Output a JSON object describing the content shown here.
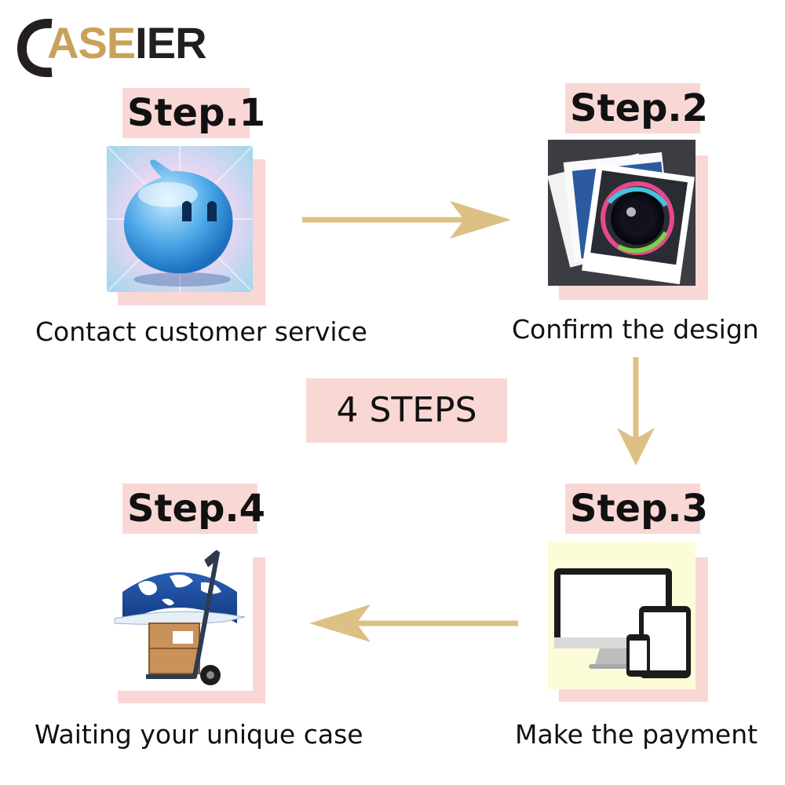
{
  "logo": {
    "part1": "ASE",
    "part2": "IER"
  },
  "badge": "4 STEPS",
  "colors": {
    "accent_pink": "#f9d7d5",
    "arrow_gold": "#dcc084",
    "logo_gold": "#c9a15a"
  },
  "steps": [
    {
      "label": "Step.1",
      "caption": "Contact customer service",
      "icon": "chat-bubble-icon"
    },
    {
      "label": "Step.2",
      "caption": "Confirm the design",
      "icon": "camera-photos-icon"
    },
    {
      "label": "Step.3",
      "caption": "Make the payment",
      "icon": "devices-icon"
    },
    {
      "label": "Step.4",
      "caption": "Waiting your unique case",
      "icon": "shipping-globe-icon"
    }
  ]
}
